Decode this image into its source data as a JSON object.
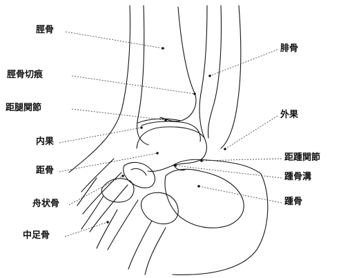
{
  "colors": {
    "line": "#111111",
    "text": "#111111",
    "background": "#ffffff"
  },
  "labels": {
    "tibia": "脛骨",
    "tibia_notch": "脛骨切痕",
    "ankle_joint": "距腿関節",
    "medial_malleolus": "内果",
    "talus": "距骨",
    "navicular": "舟状骨",
    "metatarsal": "中足骨",
    "fibula": "腓骨",
    "lateral_malleolus": "外果",
    "subtalar_joint": "距踵関節",
    "calcaneal_sulcus": "踵骨溝",
    "calcaneus": "踵骨"
  }
}
